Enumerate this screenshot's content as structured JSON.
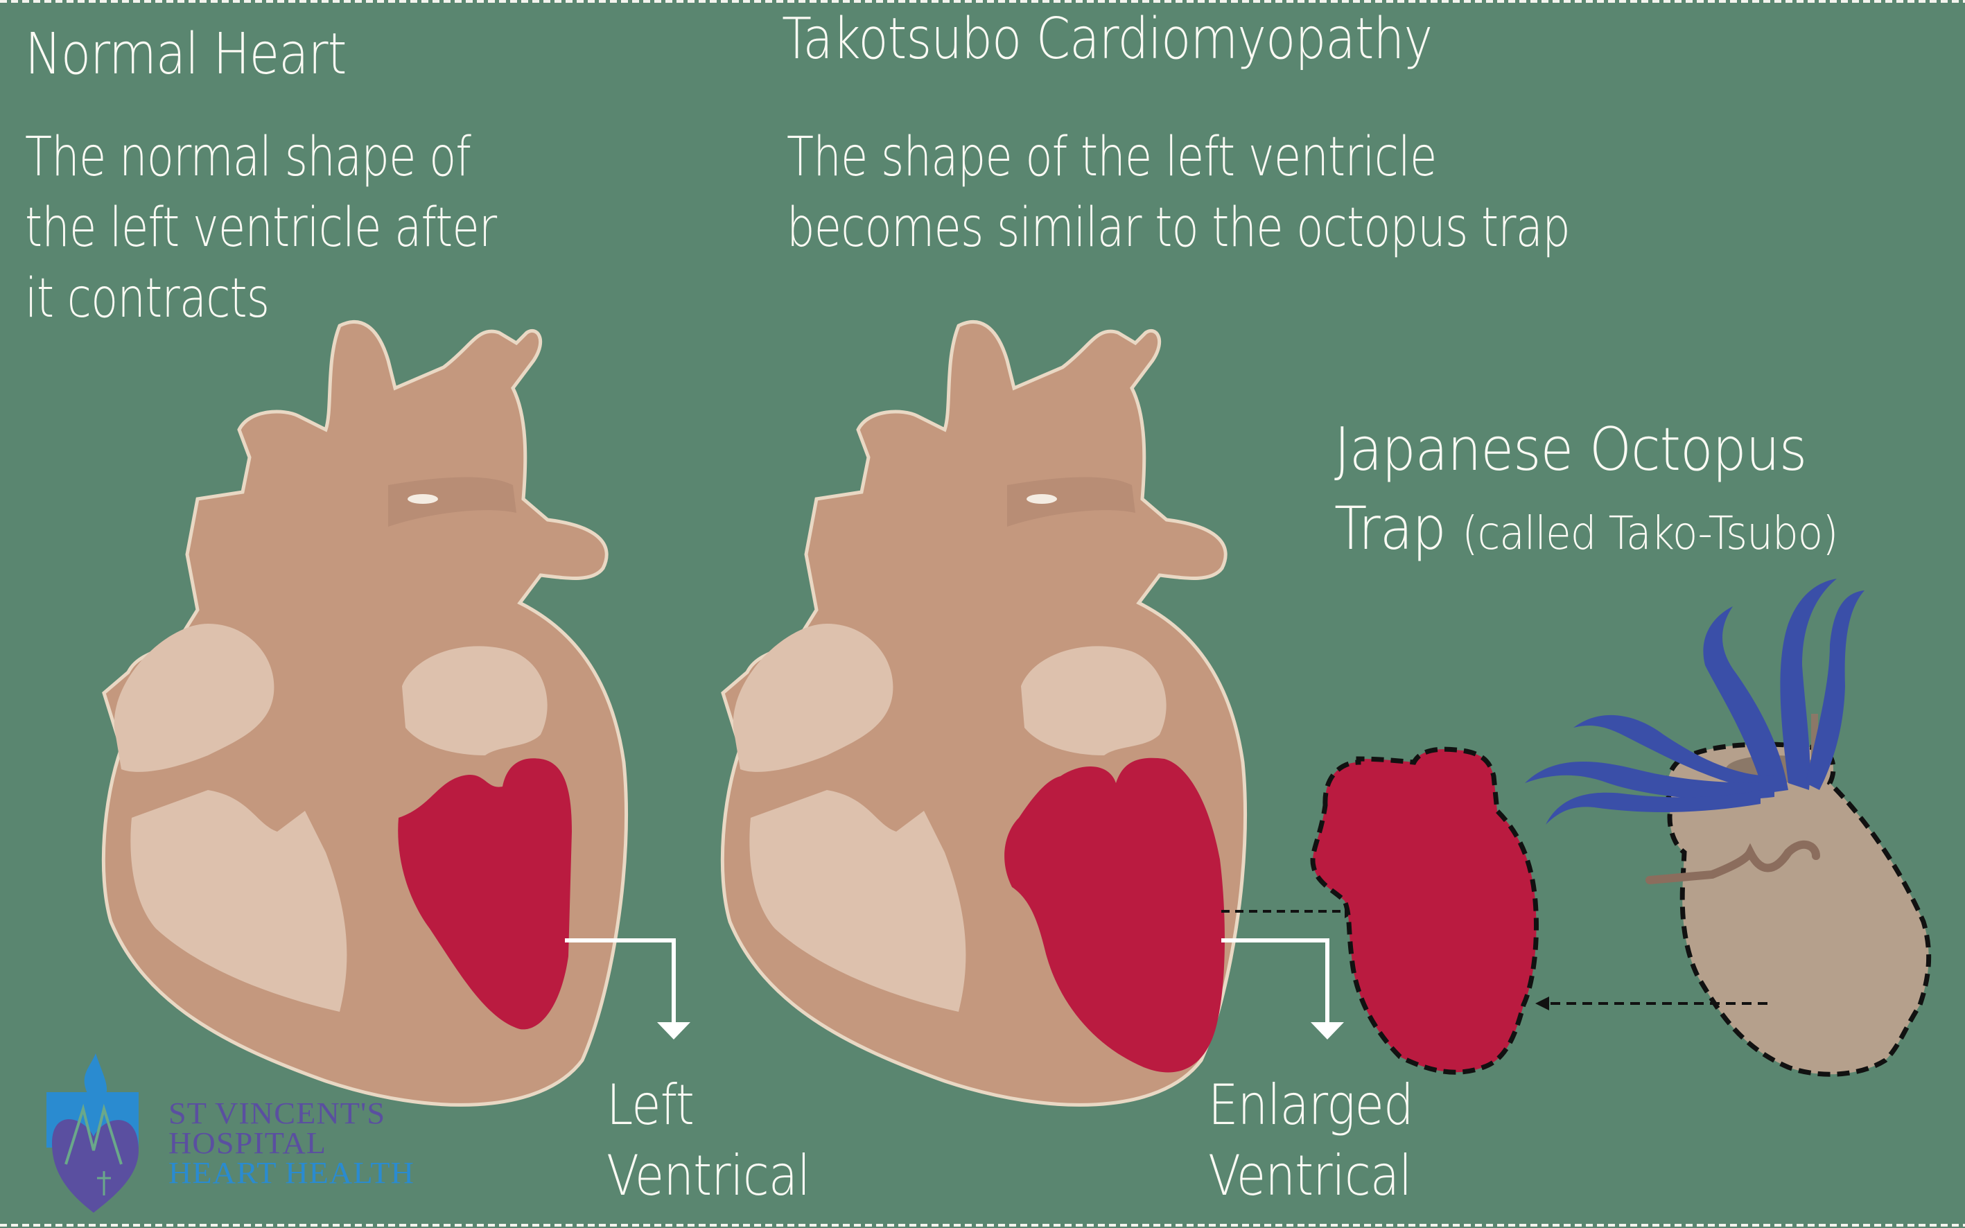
{
  "left_panel": {
    "title": "Normal Heart",
    "description": [
      "The normal shape of",
      "the left ventricle after",
      "it contracts"
    ],
    "label": [
      "Left",
      "Ventrical"
    ]
  },
  "right_panel": {
    "title": "Takotsubo Cardiomyopathy",
    "description": [
      "The shape of the left ventricle",
      "becomes similar to the octopus trap"
    ],
    "label": [
      "Enlarged",
      "Ventrical"
    ]
  },
  "octopus_trap": {
    "title_line1": "Japanese Octopus",
    "title_line2_main": "Trap",
    "title_line2_note": "(called Tako-Tsubo)"
  },
  "logo": {
    "icon": "heart-shield-flame-icon",
    "lines": [
      "ST VINCENT'S",
      "HOSPITAL",
      "HEART HEALTH"
    ]
  },
  "colors": {
    "background": "#5a8670",
    "heart_tan": "#c4987e",
    "heart_chamber_light": "#ddc1ad",
    "ventricle_red": "#ba1b40",
    "octopus_blue": "#3a4fa8",
    "pot_tan": "#b5a08c",
    "logo_blue": "#2a8bd0",
    "logo_purple": "#5a4fa0"
  }
}
